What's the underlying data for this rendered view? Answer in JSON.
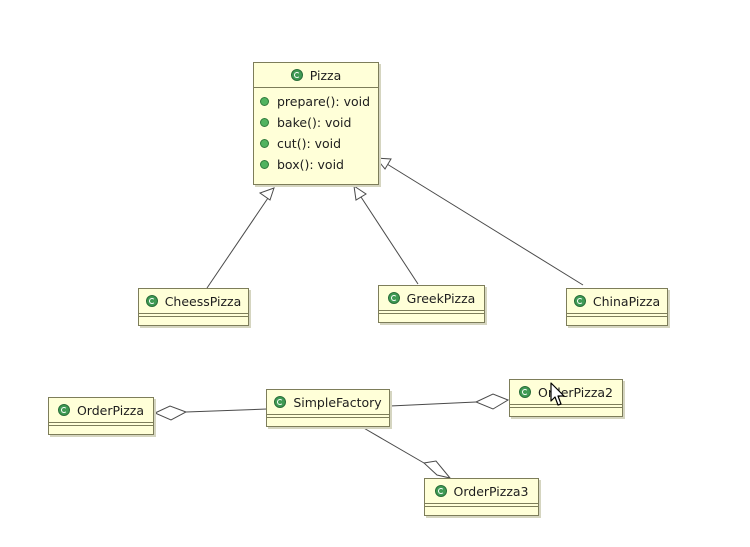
{
  "classes": {
    "pizza": {
      "name": "Pizza",
      "methods": [
        "prepare(): void",
        "bake(): void",
        "cut(): void",
        "box(): void"
      ]
    },
    "cheess_pizza": {
      "name": "CheessPizza"
    },
    "greek_pizza": {
      "name": "GreekPizza"
    },
    "china_pizza": {
      "name": "ChinaPizza"
    },
    "simple_factory": {
      "name": "SimpleFactory"
    },
    "order_pizza": {
      "name": "OrderPizza"
    },
    "order_pizza2": {
      "name": "OrderPizza2"
    },
    "order_pizza3": {
      "name": "OrderPizza3"
    }
  },
  "relationships": [
    {
      "type": "generalization",
      "from": "CheessPizza",
      "to": "Pizza"
    },
    {
      "type": "generalization",
      "from": "GreekPizza",
      "to": "Pizza"
    },
    {
      "type": "generalization",
      "from": "ChinaPizza",
      "to": "Pizza"
    },
    {
      "type": "aggregation",
      "from": "SimpleFactory",
      "to": "OrderPizza"
    },
    {
      "type": "aggregation",
      "from": "SimpleFactory",
      "to": "OrderPizza2"
    },
    {
      "type": "aggregation",
      "from": "SimpleFactory",
      "to": "OrderPizza3"
    }
  ],
  "colors": {
    "class_fill": "#ffffd8",
    "border": "#7d7d5a",
    "class_icon": "#3f9a54",
    "line": "#4a4a4a"
  },
  "icons": {
    "class": "class-icon",
    "method": "method-dot",
    "cursor": "mouse-pointer-icon"
  }
}
